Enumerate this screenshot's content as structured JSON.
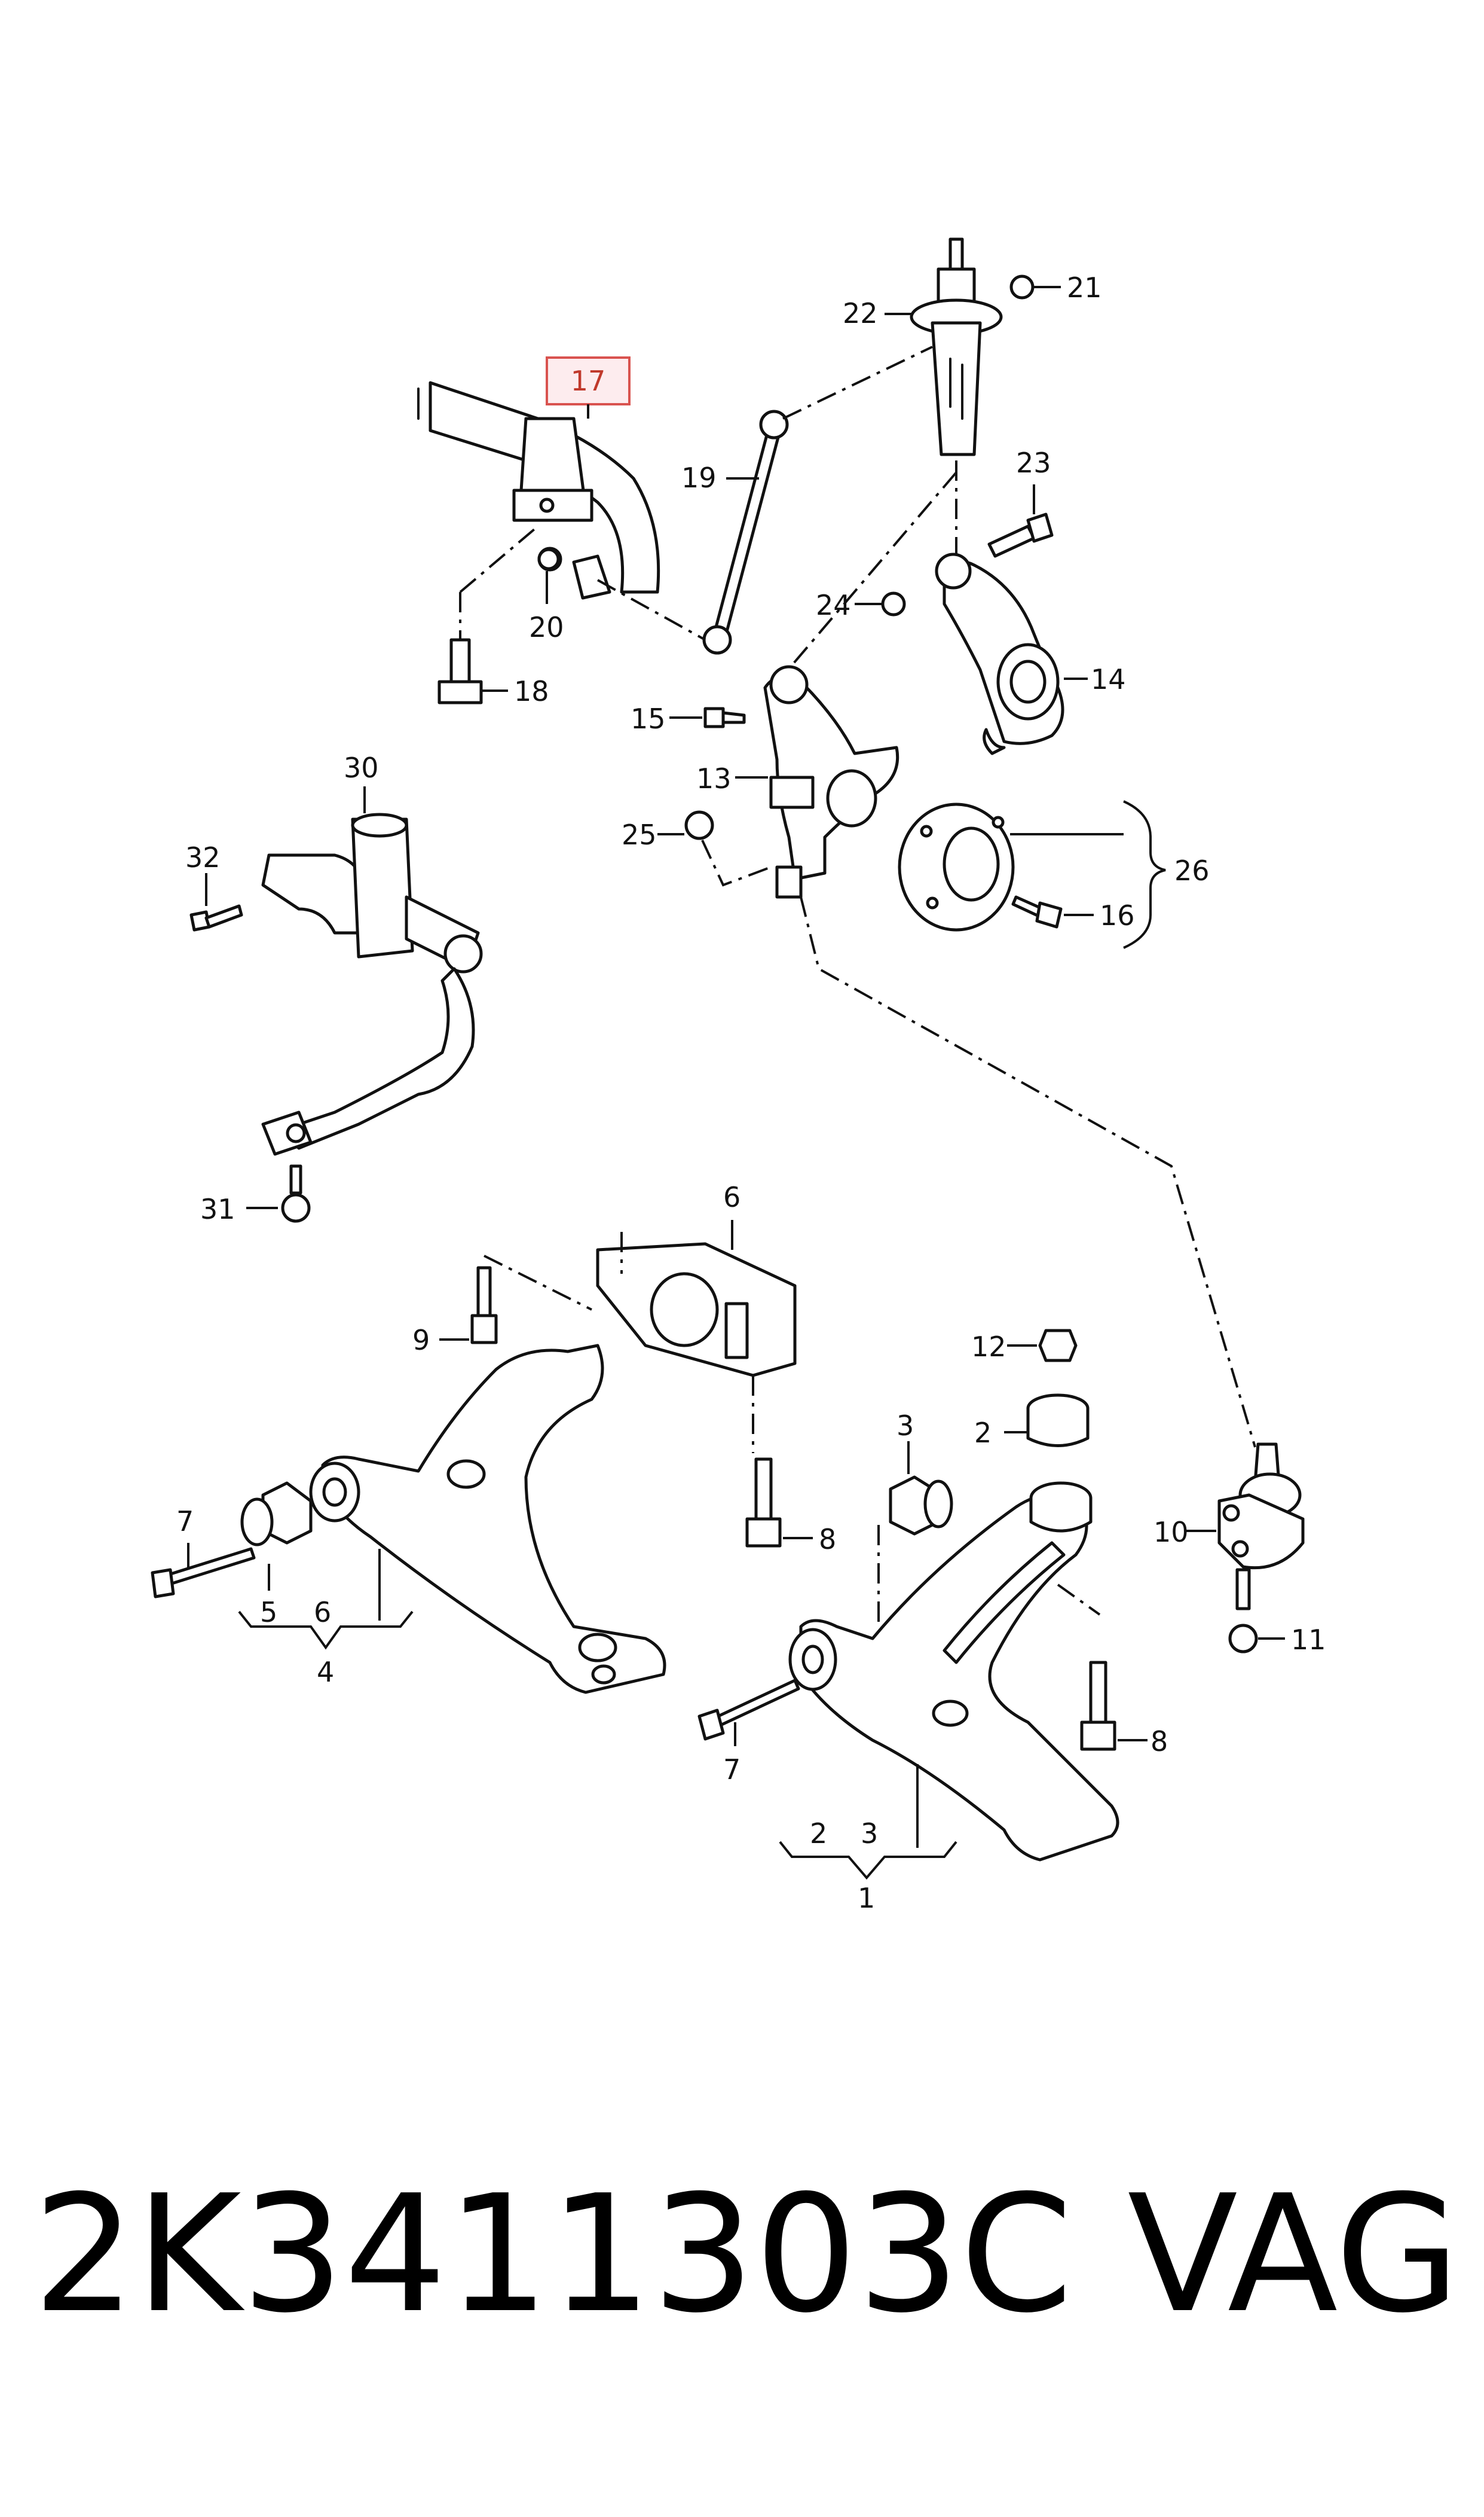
{
  "footer": {
    "part_number": "2K3411303C",
    "brand": "VAG"
  },
  "callouts": {
    "c1": "1",
    "c2a": "2",
    "c2b": "2",
    "c3a": "3",
    "c3b": "3",
    "c4": "4",
    "c5": "5",
    "c6a": "6",
    "c6b": "6",
    "c7a": "7",
    "c7b": "7",
    "c8a": "8",
    "c8b": "8",
    "c9": "9",
    "c10": "10",
    "c11": "11",
    "c12": "12",
    "c13": "13",
    "c14": "14",
    "c15": "15",
    "c16": "16",
    "c17": "17",
    "c18": "18",
    "c19": "19",
    "c20": "20",
    "c21": "21",
    "c22": "22",
    "c23": "23",
    "c24": "24",
    "c25": "25",
    "c26": "26",
    "c30": "30",
    "c31": "31",
    "c32": "32"
  },
  "highlighted_part": "17",
  "colors": {
    "highlight_border": "#d9534f",
    "highlight_fill": "#fdecee",
    "line": "#111111"
  }
}
